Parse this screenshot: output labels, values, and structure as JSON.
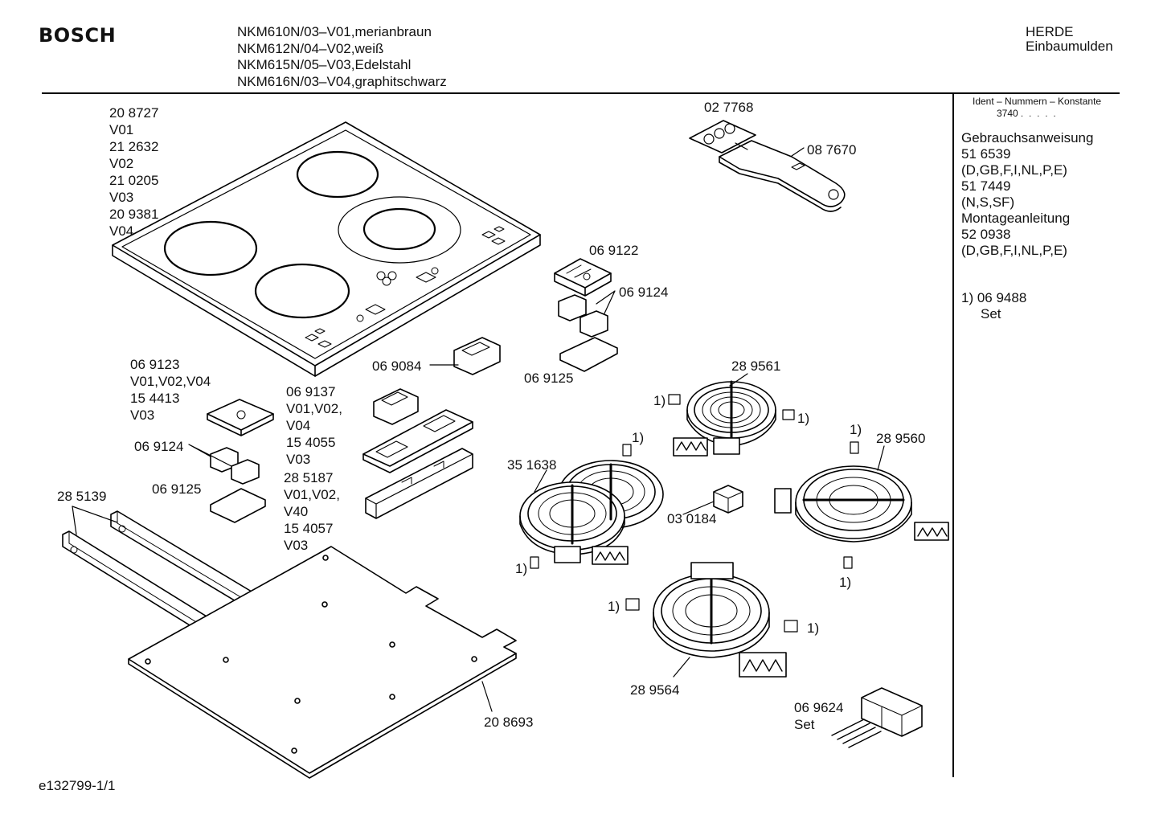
{
  "header": {
    "brand": "BOSCH",
    "models": [
      "NKM610N/03–V01,merianbraun",
      "NKM612N/04–V02,weiß",
      "NKM615N/05–V03,Edelstahl",
      "NKM616N/03–V04,graphitschwarz"
    ],
    "category_line1": "HERDE",
    "category_line2": "Einbaumulden"
  },
  "sidebar": {
    "ident_title": "Ident – Nummern – Konstante",
    "ident_value": "3740",
    "ident_dots": ". . . . .",
    "lines": [
      "Gebrauchsanweisung",
      "51 6539",
      "(D,GB,F,I,NL,P,E)",
      "51 7449",
      "(N,S,SF)",
      "Montageanleitung",
      "52 0938",
      "(D,GB,F,I,NL,P,E)"
    ],
    "set_number": "1) 06 9488",
    "set_label": "Set"
  },
  "parts": {
    "cooktop_variants": [
      "20 8727",
      "V01",
      "21 2632",
      "V02",
      "21 0205",
      "V03",
      "20 9381",
      "V04"
    ],
    "scraper_blade": "02 7768",
    "scraper": "08 7670",
    "switch_cover": "06 9122",
    "switch_pair_right": "06 9124",
    "switch_base_right": "06 9125",
    "switch_module_center": "06 9084",
    "left_cover_group": [
      "06 9123",
      "V01,V02,V04",
      "15 4413",
      "V03"
    ],
    "switch_pair_left": "06 9124",
    "switch_base_left": "06 9125",
    "board_group_1": [
      "06 9137",
      "V01,V02,",
      "V04",
      "15 4055",
      "V03"
    ],
    "board_group_2": [
      "28 5187",
      "V01,V02,",
      "V40",
      "15 4057",
      "V03"
    ],
    "rail": "28 5139",
    "bottom_plate": "20 8693",
    "heater_top": "28 9561",
    "heater_right": "28 9560",
    "heater_dual": "35 1638",
    "relay": "03 0184",
    "heater_bottom": "28 9564",
    "terminal_number": "06 9624",
    "terminal_label": "Set",
    "footnote_markers": [
      "1)",
      "1)",
      "1)",
      "1)",
      "1)",
      "1)",
      "1)",
      "1)"
    ]
  },
  "footer": {
    "drawing_id": "e132799-1/1"
  }
}
